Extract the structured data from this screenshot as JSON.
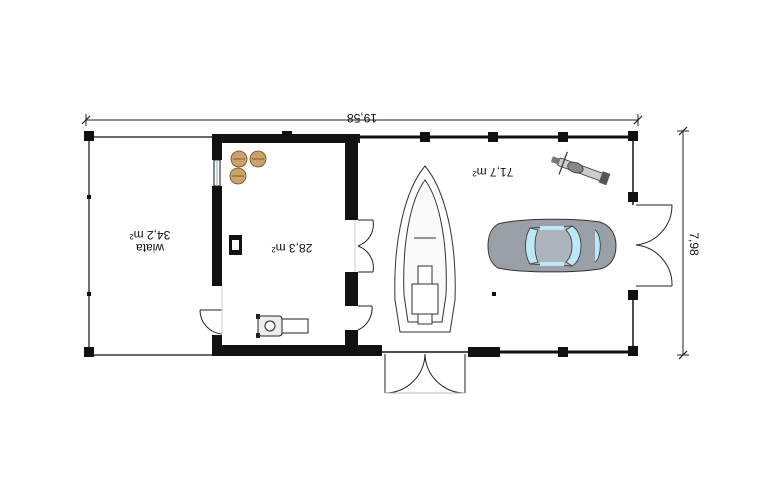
{
  "dimensions": {
    "width": "19,58",
    "depth": "7,98"
  },
  "rooms": {
    "carport_name": "wiata",
    "carport_area": "34,2 m²",
    "workshop_area": "28,3 m²",
    "garage_area": "71,7 m²"
  },
  "colors": {
    "wall": "#111111",
    "line": "#222222",
    "car_body": "#9aa0a8",
    "glass": "#bfe6f5",
    "wood": "#c9a36a"
  },
  "icons": [
    "car-icon",
    "boat-icon",
    "motorcycle-icon",
    "lawn-mower-icon",
    "firewood-icon",
    "stove-icon"
  ]
}
